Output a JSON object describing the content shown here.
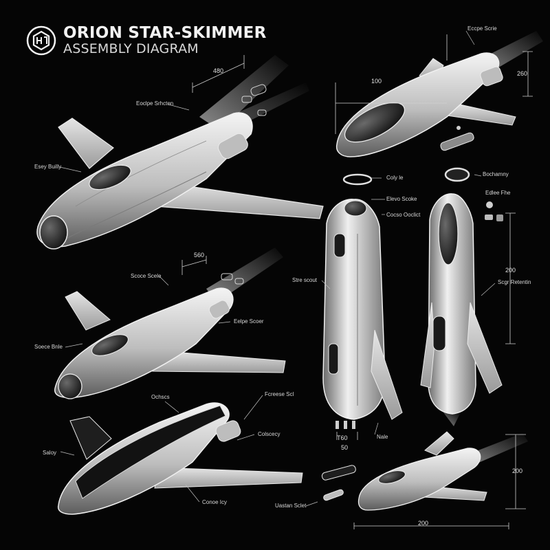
{
  "title": {
    "line1": "ORION STAR-SKIMMER",
    "line2": "ASSEMBLY DIAGRAM",
    "logo_icon": "hexagon-emblem-icon"
  },
  "colors": {
    "background": "#050505",
    "line": "#e8e8e8",
    "hull": "#d4d4d4",
    "shadow": "#6b6b6b"
  },
  "dimensions": {
    "top_left_length": "480",
    "top_right_length": "100",
    "top_right_height": "260",
    "mid_left_length": "560",
    "right_column_height": "200",
    "vertical_bottom_a": "T60",
    "vertical_bottom_b": "50",
    "bottom_right_height": "200",
    "bottom_right_length": "200"
  },
  "labels": {
    "top_left_a": "Eoclpe Srhcten",
    "top_left_b": "Esey Builly",
    "top_right_a": "Eccpe Scrie",
    "right_ring_a": "Coly le",
    "right_ring_b": "Bochamny",
    "right_b": "Edlee Fhe",
    "vertical_a": "Elevo Scoke",
    "vertical_b": "Cocso Ooclict",
    "vertical_c": "Stre scout",
    "vertical_d": "Scgr Retentin",
    "vertical_e": "Nale",
    "mid_left_a": "Scoce Scele",
    "mid_left_b": "Eelpe Scoer",
    "mid_left_c": "Soece Bnle",
    "bottom_left_a": "Ochscs",
    "bottom_left_b": "Fcreese Scl",
    "bottom_left_c": "Colscecy",
    "bottom_left_d": "Saloy",
    "bottom_left_e": "Conoe Icy",
    "bottom_mid": "Uastan Sclet"
  }
}
